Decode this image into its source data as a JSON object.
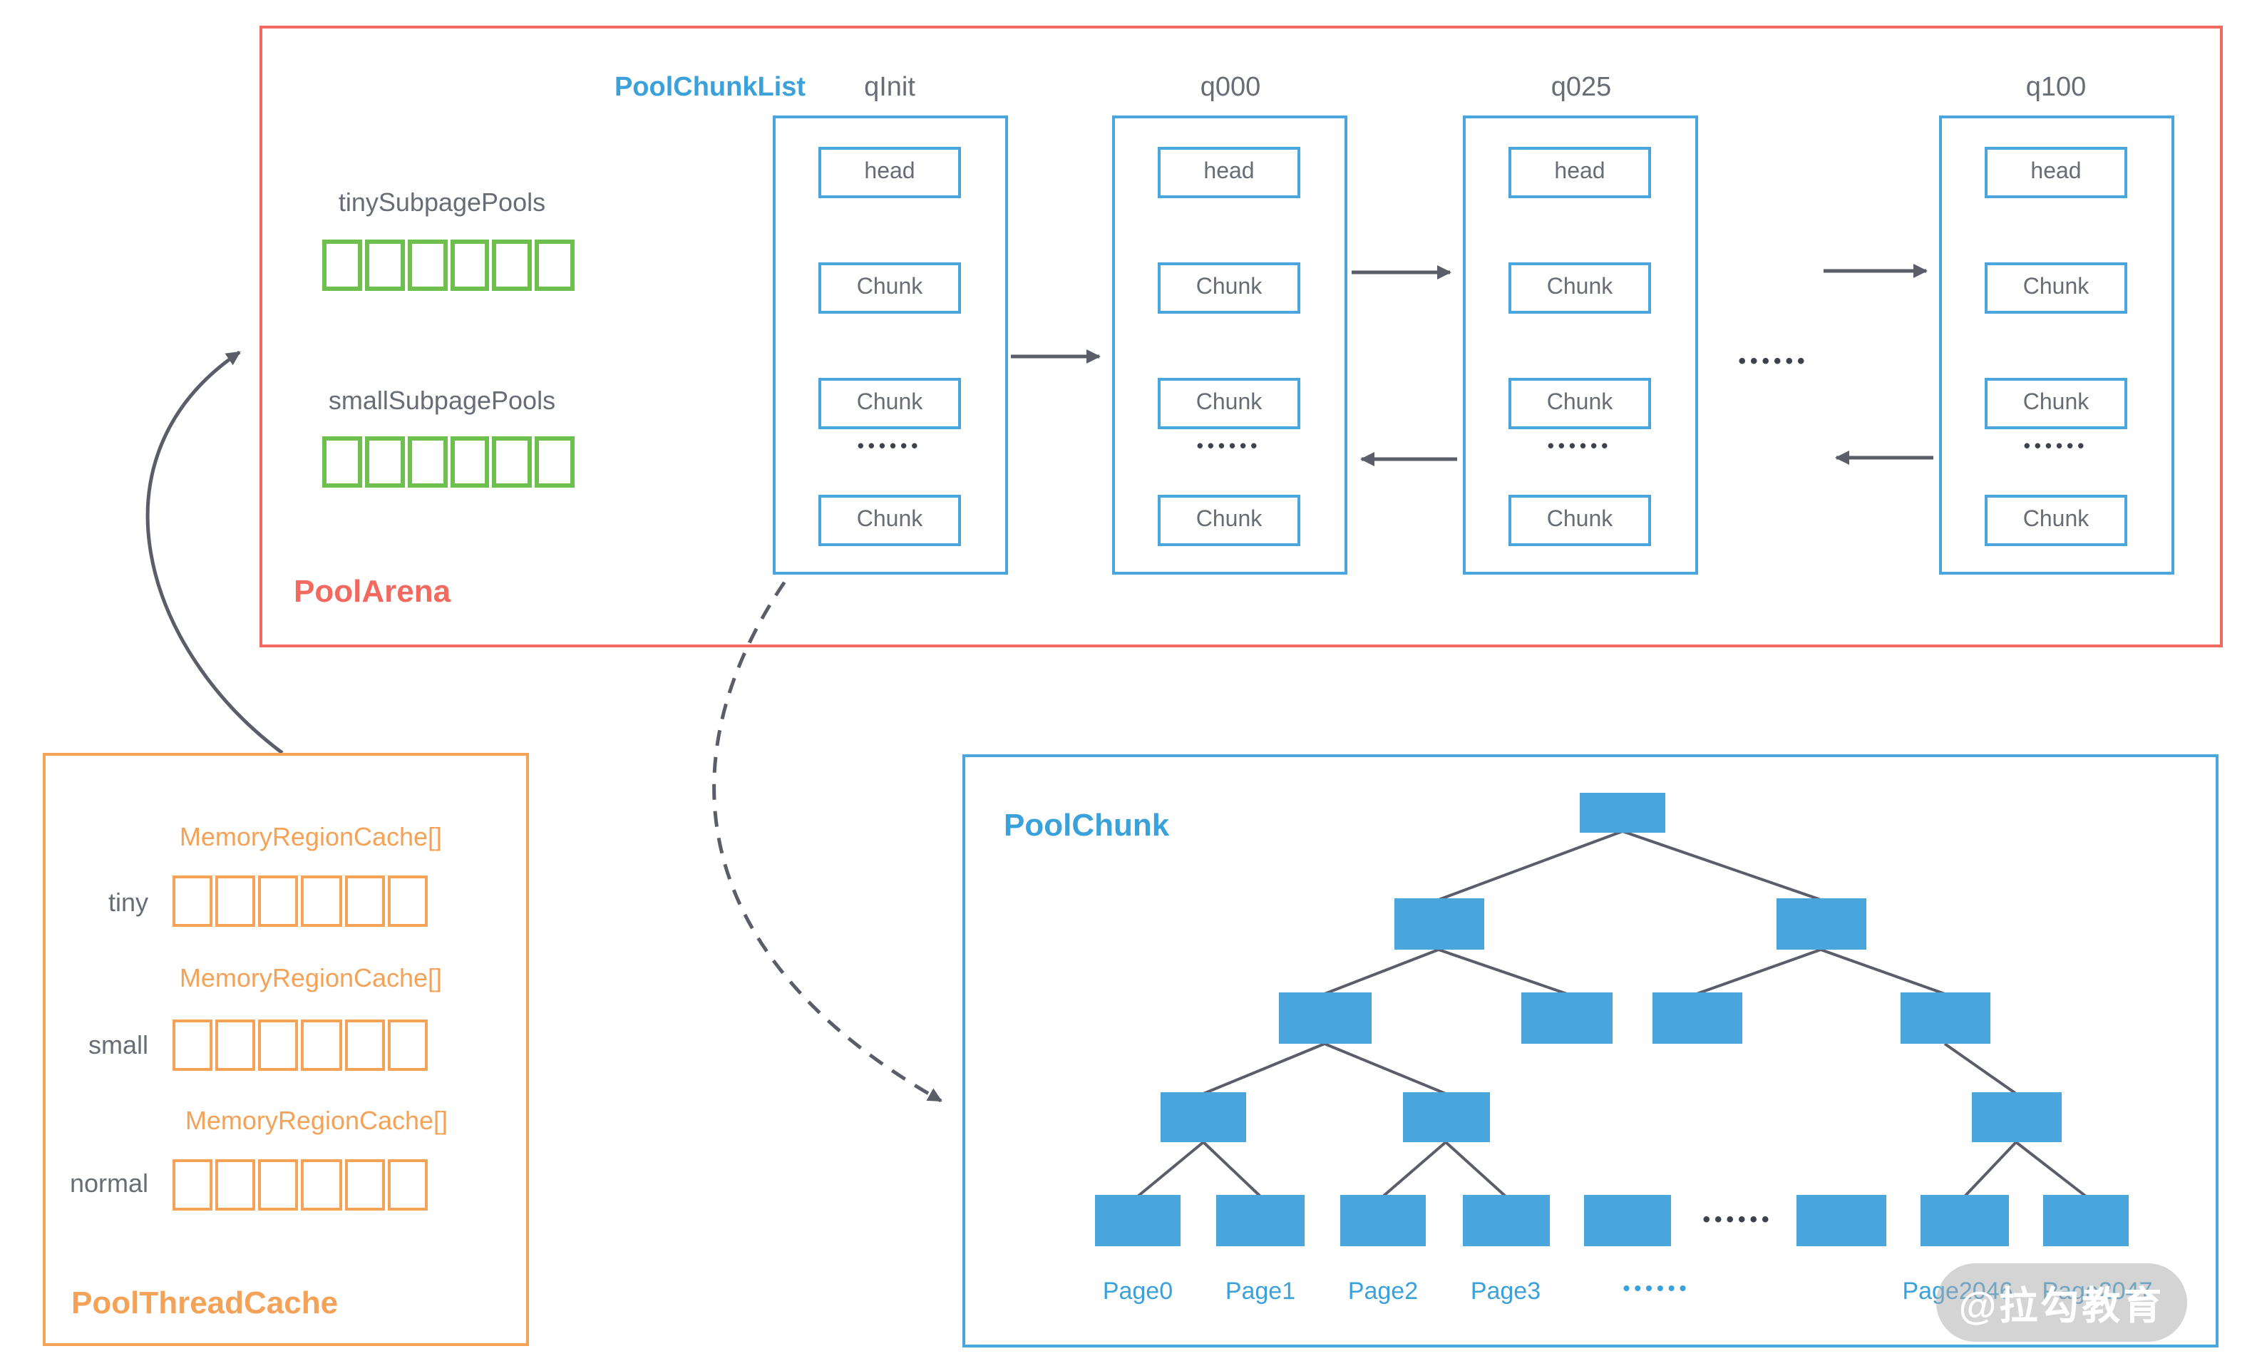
{
  "colors": {
    "arena_red": "#F2695F",
    "blue_accent": "#3BA1DB",
    "node_blue": "#4AA5DC",
    "green": "#6DBF4E",
    "orange": "#F5A259",
    "label_gray": "#686C75",
    "arrow_gray": "#5B5E68",
    "watermark_text": "#FFFFFF"
  },
  "pool_arena": {
    "title": "PoolArena",
    "pool_chunk_list_label": "PoolChunkList",
    "tiny_subpage_pools_label": "tinySubpagePools",
    "small_subpage_pools_label": "smallSubpagePools",
    "subpage_cell_count": 6,
    "chunk_lists": [
      {
        "label": "qInit"
      },
      {
        "label": "q000"
      },
      {
        "label": "q025"
      },
      {
        "label": "q100"
      }
    ],
    "node_labels": {
      "head": "head",
      "chunk": "Chunk"
    },
    "ellipsis": "••••••"
  },
  "pool_thread_cache": {
    "title": "PoolThreadCache",
    "rows": [
      {
        "label": "tiny",
        "cache_label": "MemoryRegionCache[]",
        "cells": 6
      },
      {
        "label": "small",
        "cache_label": "MemoryRegionCache[]",
        "cells": 6
      },
      {
        "label": "normal",
        "cache_label": "MemoryRegionCache[]",
        "cells": 6
      }
    ]
  },
  "pool_chunk": {
    "title": "PoolChunk",
    "page_labels": [
      "Page0",
      "Page1",
      "Page2",
      "Page3"
    ],
    "page_labels_right": [
      "Page2046",
      "Page2047"
    ],
    "ellipsis": "••••••"
  },
  "watermark": {
    "text": "@拉勾教育"
  }
}
